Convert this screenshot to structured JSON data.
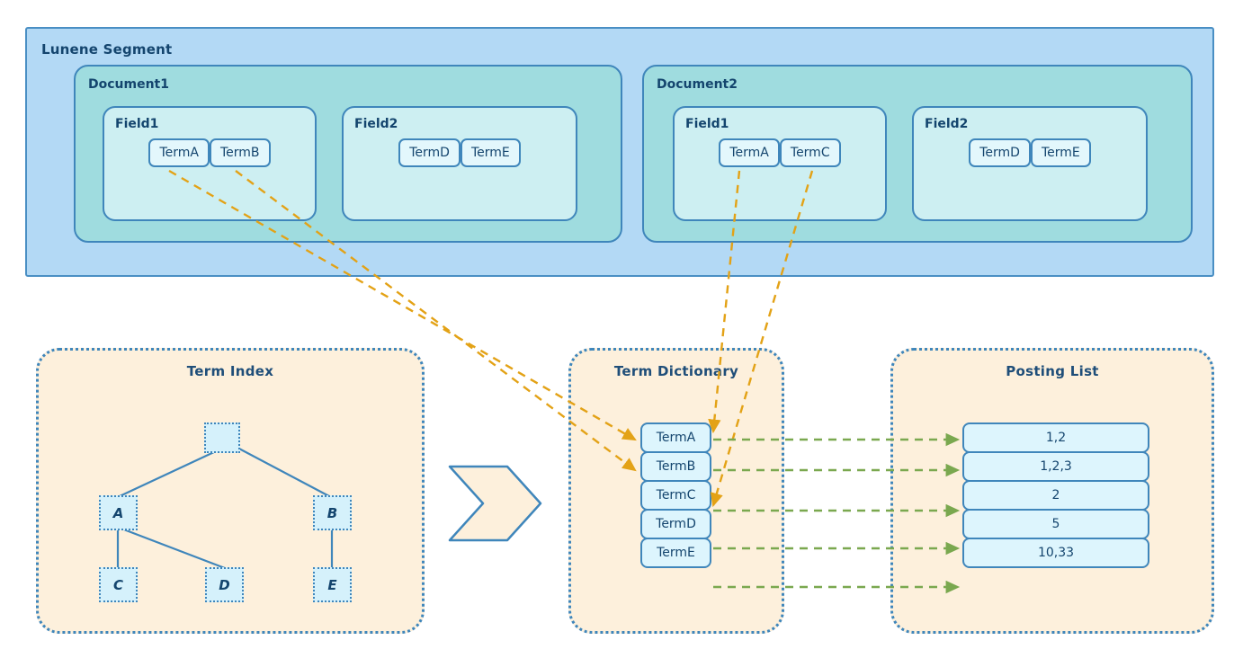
{
  "segment": {
    "label": "Lunene Segment",
    "documents": [
      {
        "label": "Document1",
        "fields": [
          {
            "label": "Field1",
            "terms": [
              "TermA",
              "TermB"
            ]
          },
          {
            "label": "Field2",
            "terms": [
              "TermD",
              "TermE"
            ]
          }
        ]
      },
      {
        "label": "Document2",
        "fields": [
          {
            "label": "Field1",
            "terms": [
              "TermA",
              "TermC"
            ]
          },
          {
            "label": "Field2",
            "terms": [
              "TermD",
              "TermE"
            ]
          }
        ]
      }
    ]
  },
  "term_index": {
    "title": "Term Index",
    "nodes": [
      {
        "label": "",
        "name": "root"
      },
      {
        "label": "A",
        "name": "a"
      },
      {
        "label": "B",
        "name": "b"
      },
      {
        "label": "C",
        "name": "c"
      },
      {
        "label": "D",
        "name": "d"
      },
      {
        "label": "E",
        "name": "e"
      }
    ]
  },
  "flow_arrow": {
    "name": "chevron-arrow"
  },
  "term_dictionary": {
    "title": "Term Dictionary",
    "entries": [
      "TermA",
      "TermB",
      "TermC",
      "TermD",
      "TermE"
    ]
  },
  "posting_list": {
    "title": "Posting List",
    "entries": [
      "1,2",
      "1,2,3",
      "2",
      "5",
      "10,33"
    ]
  },
  "colors": {
    "segment_fill": "#b3d9f5",
    "document_fill": "#9fdcdf",
    "field_fill": "#cdeff2",
    "term_fill": "#e3f7fc",
    "panel_fill": "#fdf0dc",
    "border_blue": "#3f86bb",
    "text_navy": "#14456e",
    "title_navy": "#1f4e79",
    "link_orange": "#e3a216",
    "link_green": "#7aa84f"
  }
}
